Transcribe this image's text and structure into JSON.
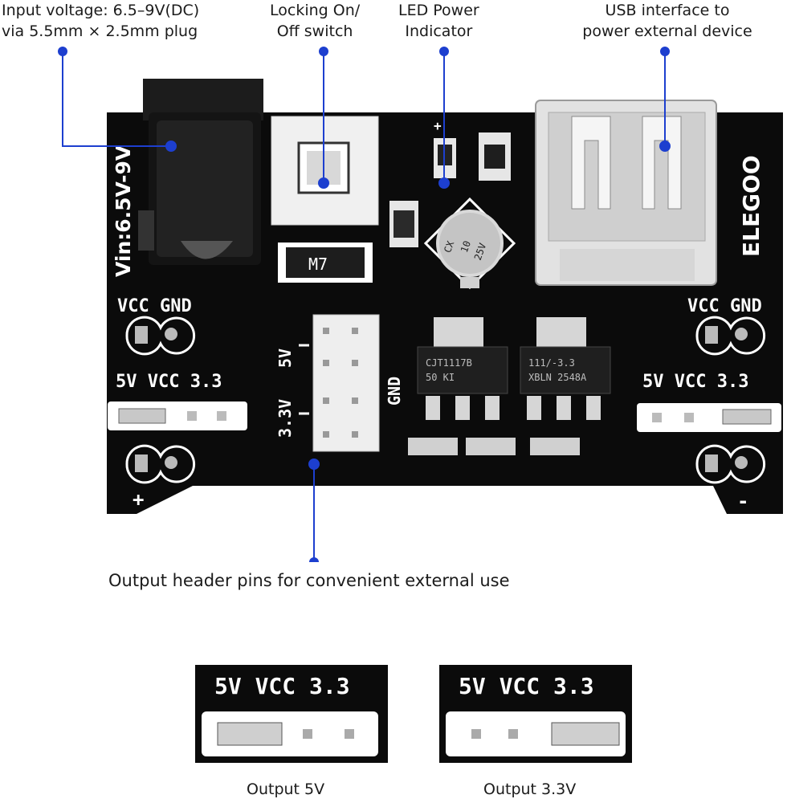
{
  "callouts": {
    "input_voltage": [
      "Input voltage: 6.5–9V(DC)",
      "via 5.5mm × 2.5mm plug"
    ],
    "switch": [
      "Locking On/",
      "Off switch"
    ],
    "led": [
      "LED Power",
      "Indicator"
    ],
    "usb": [
      "USB interface to",
      "power external device"
    ],
    "header": "Output header pins for convenient external use"
  },
  "board": {
    "vin": "Vin:6.5V-9V",
    "brand": "ELEGOO",
    "left_vcc_gnd": "VCC GND",
    "right_vcc_gnd": "VCC GND",
    "left_jumper": "5V  VCC 3.3",
    "right_jumper": "5V  VCC 3.3",
    "pin_5v": "5V",
    "pin_33v": "3.3V",
    "pin_gnd": "GND",
    "plus": "+",
    "minus": "-",
    "led_plus": "+",
    "diode": "M7",
    "cap_text": [
      "CX",
      "10",
      "25V"
    ],
    "reg1": [
      "CJT1117B",
      "50   KI"
    ],
    "reg2": [
      "111/-3.3",
      "XBLN 2548A"
    ]
  },
  "insets": {
    "five_v": {
      "label": "5V  VCC 3.3",
      "caption": "Output 5V"
    },
    "three_v": {
      "label": "5V  VCC 3.3",
      "caption": "Output 3.3V"
    }
  },
  "colors": {
    "leader": "#1d3fcf",
    "pcb": "#0b0b0b",
    "silkscreen": "#ffffff"
  }
}
